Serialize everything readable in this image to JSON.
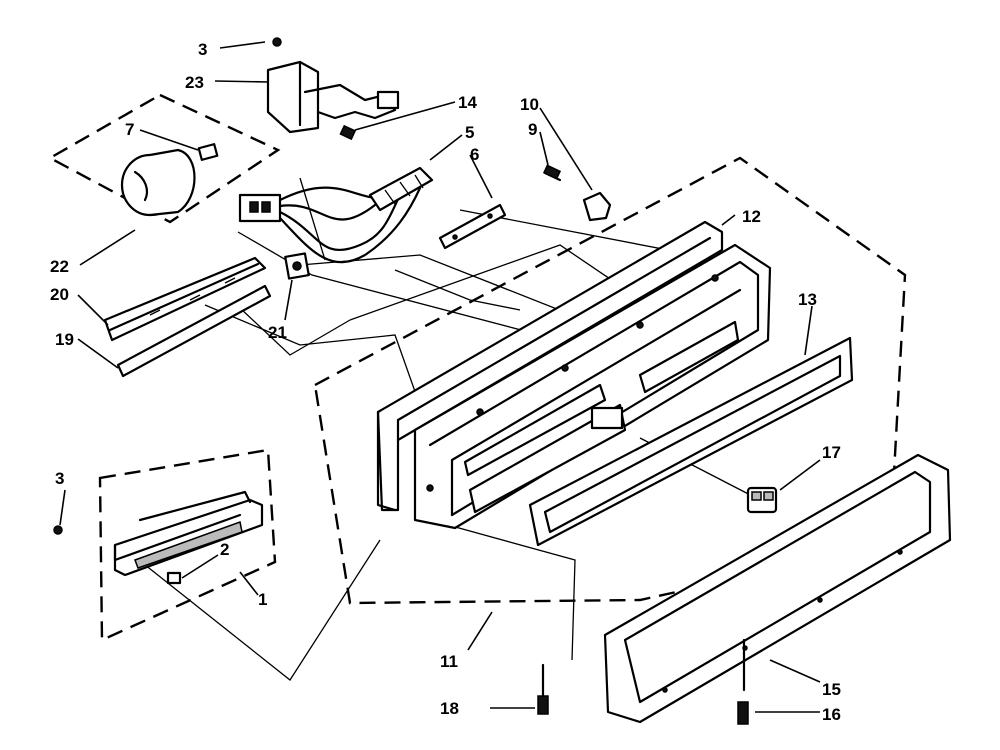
{
  "diagram": {
    "callouts": [
      {
        "id": "c3a",
        "text": "3"
      },
      {
        "id": "c23",
        "text": "23"
      },
      {
        "id": "c14",
        "text": "14"
      },
      {
        "id": "c10",
        "text": "10"
      },
      {
        "id": "c9",
        "text": "9"
      },
      {
        "id": "c5",
        "text": "5"
      },
      {
        "id": "c6",
        "text": "6"
      },
      {
        "id": "c7",
        "text": "7"
      },
      {
        "id": "c12",
        "text": "12"
      },
      {
        "id": "c22",
        "text": "22"
      },
      {
        "id": "c20",
        "text": "20"
      },
      {
        "id": "c19",
        "text": "19"
      },
      {
        "id": "c21",
        "text": "21"
      },
      {
        "id": "c13",
        "text": "13"
      },
      {
        "id": "c17",
        "text": "17"
      },
      {
        "id": "c3b",
        "text": "3"
      },
      {
        "id": "c2",
        "text": "2"
      },
      {
        "id": "c1",
        "text": "1"
      },
      {
        "id": "c11",
        "text": "11"
      },
      {
        "id": "c18",
        "text": "18"
      },
      {
        "id": "c15",
        "text": "15"
      },
      {
        "id": "c16",
        "text": "16"
      }
    ]
  }
}
